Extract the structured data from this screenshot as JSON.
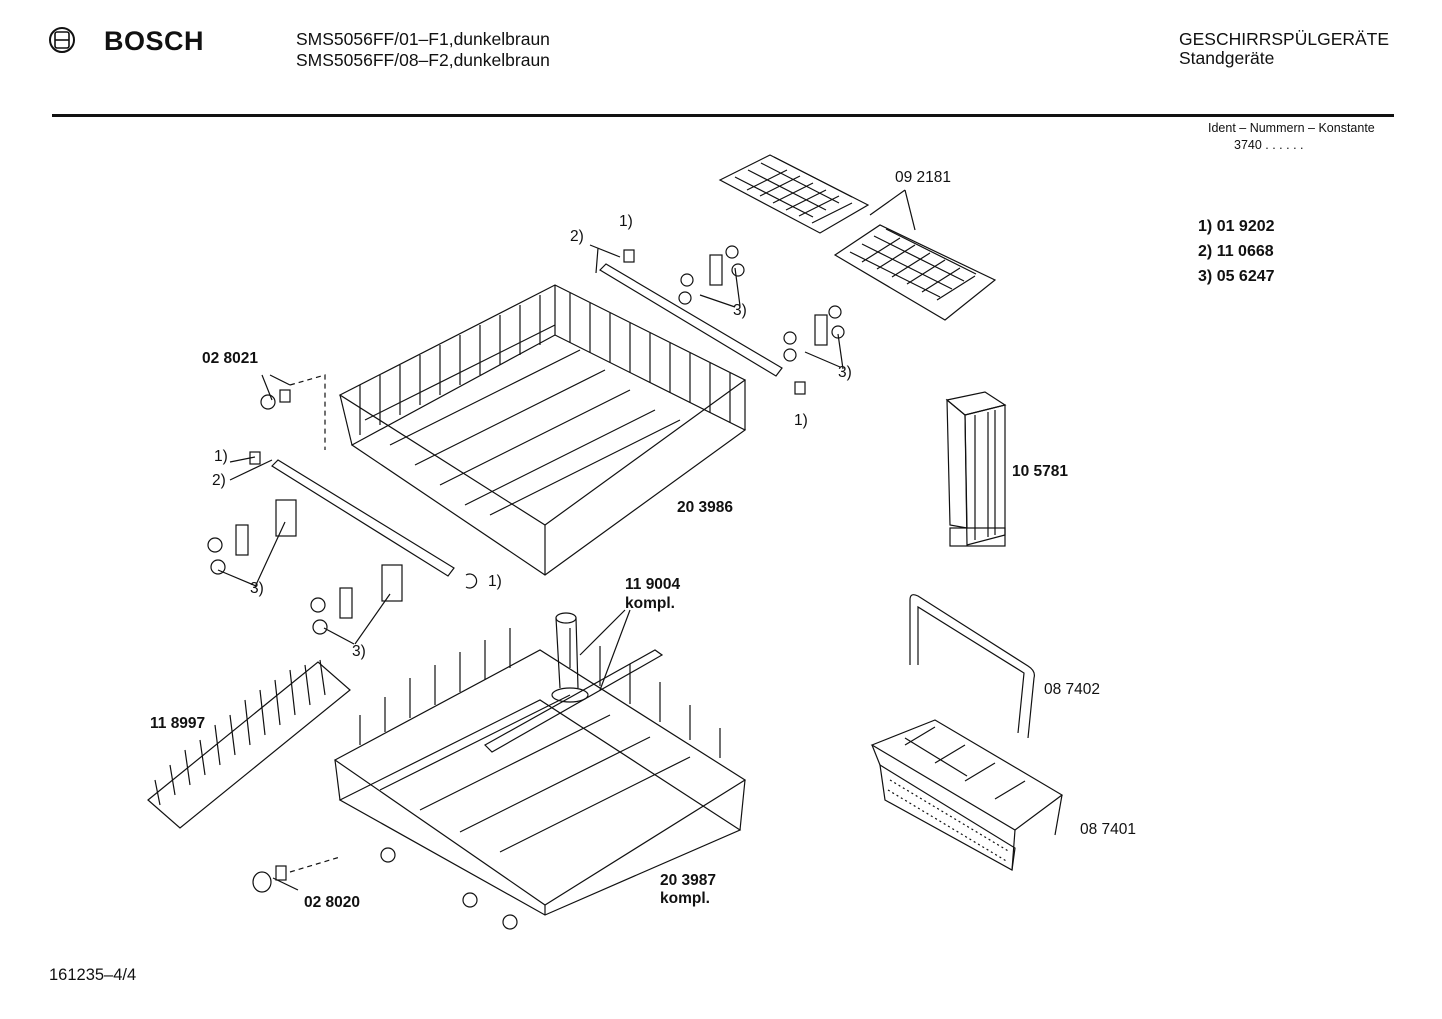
{
  "header": {
    "brand": "BOSCH",
    "models": [
      "SMS5056FF/01–F1,dunkelbraun",
      "SMS5056FF/08–F2,dunkelbraun"
    ],
    "category": "GESCHIRRSPÜLGERÄTE",
    "subcategory": "Standgeräte"
  },
  "ident": {
    "label": "Ident – Nummern – Konstante",
    "value": "3740  .  .   .  .  .  ."
  },
  "notes": [
    {
      "key": "1)",
      "value": "01 9202"
    },
    {
      "key": "2)",
      "value": "11 0668"
    },
    {
      "key": "3)",
      "value": "05 6247"
    }
  ],
  "parts": {
    "rack_grid": "09 2181",
    "upper_rack": "20 3986",
    "roller_left": "02 8021",
    "cutlery_box": "10 5781",
    "spray_arm": "11 9004",
    "spray_arm_suffix": "kompl.",
    "handle": "08 7402",
    "plate_insert": "11 8997",
    "cutlery_basket": "08 7401",
    "lower_rack": "20 3987",
    "lower_rack_suffix": "kompl.",
    "roller_right": "02 8020"
  },
  "refs": {
    "r1": "1)",
    "r2": "2)",
    "r3": "3)"
  },
  "footer": "161235–4/4",
  "icons": [
    "bosch-logo-icon"
  ]
}
